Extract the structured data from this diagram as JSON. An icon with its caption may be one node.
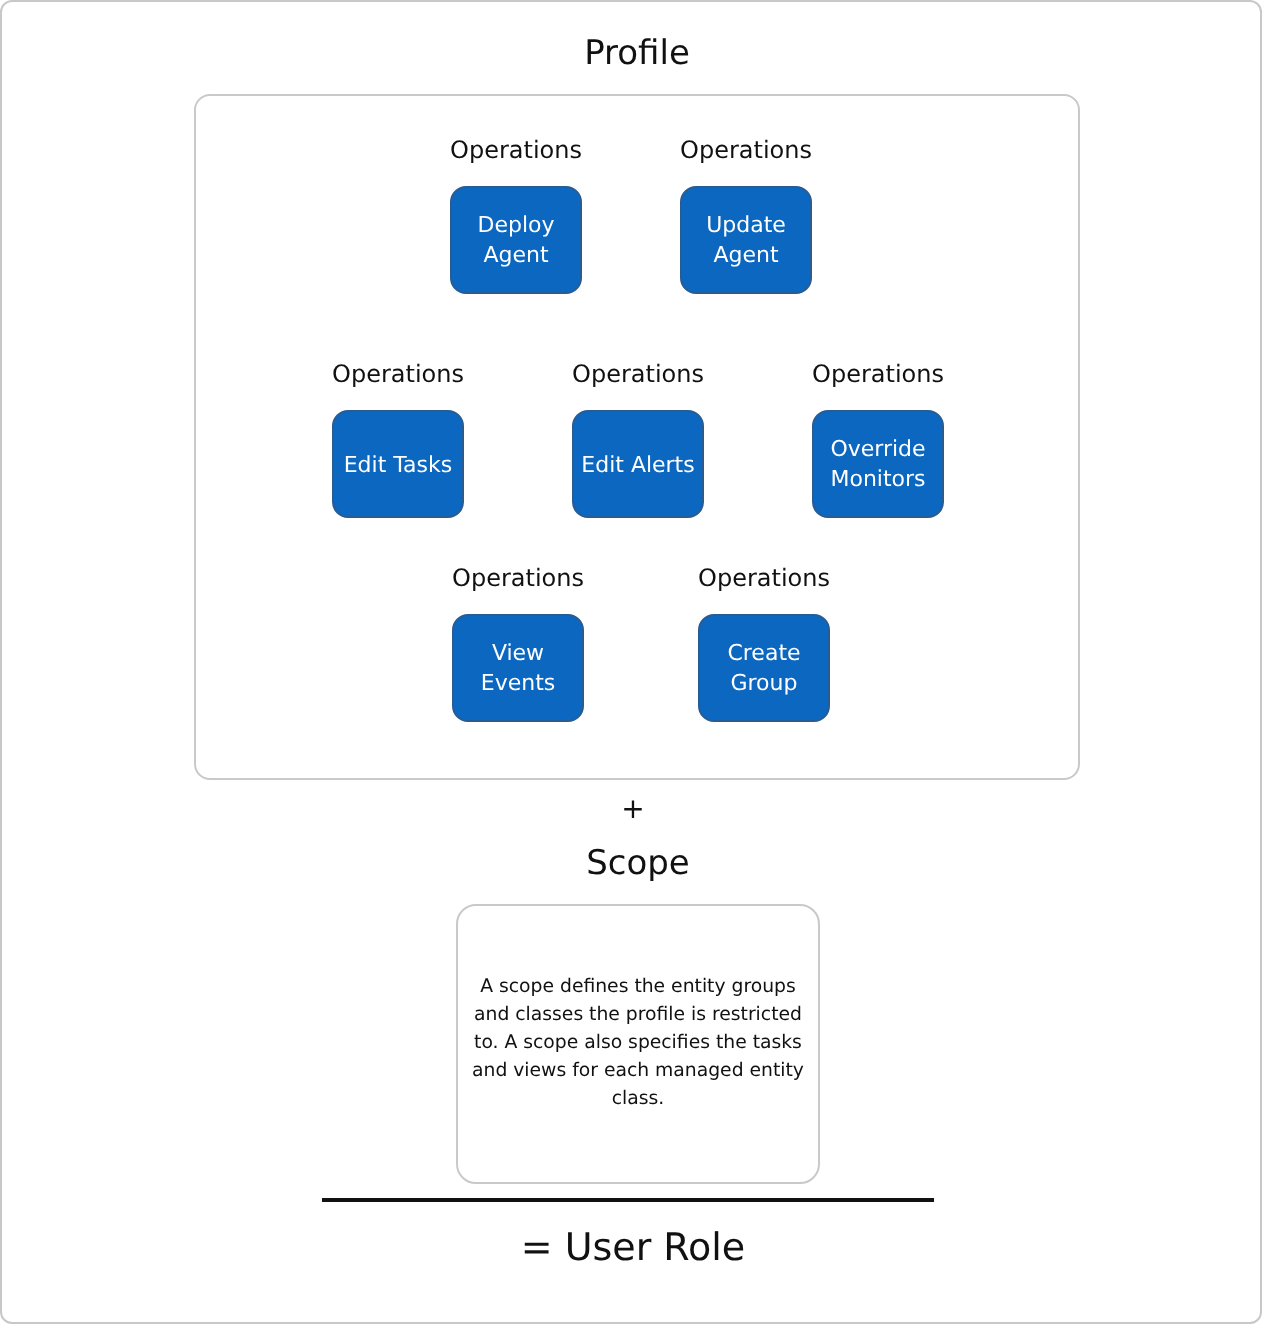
{
  "diagram": {
    "nodes": [
      {
        "text": [
          "Profile"
        ]
      },
      {
        "text": [
          "Operations",
          "Deploy Agent"
        ],
        "in": 0
      },
      {
        "text": [
          "Operations",
          "Update Agent"
        ],
        "in": 0
      },
      {
        "text": [
          "Operations",
          "Edit Tasks"
        ],
        "in": 0
      },
      {
        "text": [
          "Operations",
          "Edit Alerts"
        ],
        "in": 0
      },
      {
        "text": [
          "Operations",
          "Override Monitors"
        ],
        "in": 0
      },
      {
        "text": [
          "Operations",
          "View Events"
        ],
        "in": 0
      },
      {
        "text": [
          "Operations",
          "Create Group"
        ],
        "in": 0
      },
      {
        "text": [
          "Scope",
          "A scope defines the entity groups and classes the profile is restricted to. A scope also specifies the tasks and views for each managed entity class."
        ]
      }
    ],
    "labels": [
      "+",
      "= User Role"
    ]
  }
}
